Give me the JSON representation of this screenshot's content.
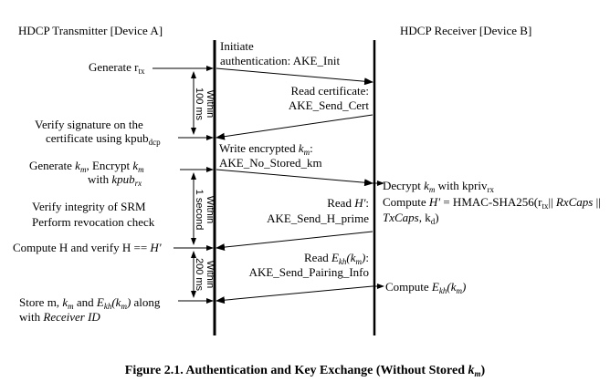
{
  "header": {
    "transmitter": "HDCP Transmitter [Device A]",
    "receiver": "HDCP Receiver [Device B]"
  },
  "transmitter_steps": {
    "generate_rtx": {
      "a": "Generate r",
      "sub": "tx"
    },
    "verify_sig_1": "Verify signature on the",
    "verify_sig_2a": "certificate using kpub",
    "verify_sig_2sub": "dcp",
    "gen_km_1a": "Generate ",
    "gen_km_1b": "k",
    "gen_km_1c": "m",
    "gen_km_1d": ", Encrypt ",
    "gen_km_1e": "k",
    "gen_km_1f": "m",
    "gen_km_2a": "with ",
    "gen_km_2b": "kpub",
    "gen_km_2c": "rx",
    "srm_1": "Verify integrity of SRM",
    "srm_2": "Perform revocation check",
    "compute_h_a": "Compute H and verify H == ",
    "compute_h_b": "H'",
    "store_1a": "Store m, ",
    "store_1b": "k",
    "store_1c": "m",
    "store_1d": " and ",
    "store_1e": "E",
    "store_1f": "kh",
    "store_1g": "(k",
    "store_1h": "m",
    "store_1i": ")",
    "store_1j": " along",
    "store_2a": "with ",
    "store_2b": "Receiver ID"
  },
  "messages": {
    "init_1": "Initiate",
    "init_2": "authentication: AKE_Init",
    "cert_1": "Read certificate:",
    "cert_2": "AKE_Send_Cert",
    "write_1a": "Write encrypted ",
    "write_1b": "k",
    "write_1c": "m",
    "write_1d": ":",
    "write_2": "AKE_No_Stored_km",
    "hprime_1a": "Read ",
    "hprime_1b": "H'",
    "hprime_1c": ":",
    "hprime_2": "AKE_Send_H_prime",
    "pair_1a": "Read ",
    "pair_1b": "E",
    "pair_1c": "kh",
    "pair_1d": "(k",
    "pair_1e": "m",
    "pair_1f": ")",
    "pair_1g": ":",
    "pair_2": "AKE_Send_Pairing_Info"
  },
  "receiver_steps": {
    "decrypt_a": "Decrypt ",
    "decrypt_b": "k",
    "decrypt_c": "m",
    "decrypt_d": " with kpriv",
    "decrypt_e": "rx",
    "hmac_1a": "Compute ",
    "hmac_1b": "H'",
    "hmac_1c": " = HMAC-SHA256(r",
    "hmac_1d": "tx",
    "hmac_1e": "|| ",
    "hmac_1f": "RxCaps",
    "hmac_1g": " ||",
    "hmac_2a": "TxCaps",
    "hmac_2b": ", k",
    "hmac_2c": "d",
    "hmac_2d": ")",
    "ekh_a": "Compute ",
    "ekh_b": "E",
    "ekh_c": "kh",
    "ekh_d": "(k",
    "ekh_e": "m",
    "ekh_f": ")"
  },
  "timers": {
    "t100": "Within\n100 ms",
    "t1s": "Within\n1 second",
    "t200": "Within\n200 ms"
  },
  "caption": {
    "a": "Figure 2.1. Authentication and Key Exchange (Without Stored ",
    "b": "k",
    "c": "m",
    "d": ")"
  }
}
